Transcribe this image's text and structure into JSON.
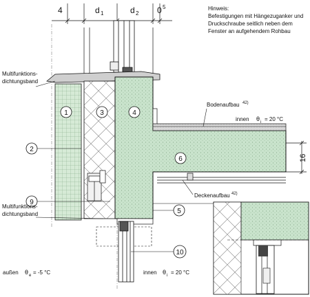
{
  "note": {
    "heading": "Hinweis:",
    "line1": "Befestigungen mit Hängezuganker und",
    "line2": "Druckschraube seitlich neben dem",
    "line3": "Fenster an aufgehendem Rohbau"
  },
  "dimensions": {
    "d_a": "4",
    "d_b": "d",
    "d_b_sub": "1",
    "d_c": "d",
    "d_c_sub": "2",
    "d_d": "0",
    "d_d_sup": "5",
    "height": "16"
  },
  "labels": {
    "multi_top_1": "Multifunktions-",
    "multi_top_2": "dichtungsband",
    "multi_bot_1": "Multifunktions-",
    "multi_bot_2": "dichtungsband",
    "bodenaufbau": "Bodenaufbau",
    "bodenaufbau_ref": "42)",
    "deckenaufbau": "Deckenaufbau",
    "deckenaufbau_ref": "42)",
    "innen_top": "innen",
    "innen_top_theta": "θ",
    "innen_top_sub": "i",
    "innen_top_val": "= 20 °C",
    "aussen": "außen",
    "aussen_theta": "θ",
    "aussen_sub": "e",
    "aussen_val": "= -5 °C",
    "innen_bot": "innen",
    "innen_bot_theta": "θ",
    "innen_bot_sub": "i",
    "innen_bot_val": "= 20 °C"
  },
  "callouts": [
    "1",
    "2",
    "3",
    "4",
    "5",
    "6",
    "9",
    "10"
  ],
  "colors": {
    "concrete": "#c9e3cc",
    "render": "#d6ead6",
    "screed": "#d8d8d8",
    "line": "#111111"
  }
}
